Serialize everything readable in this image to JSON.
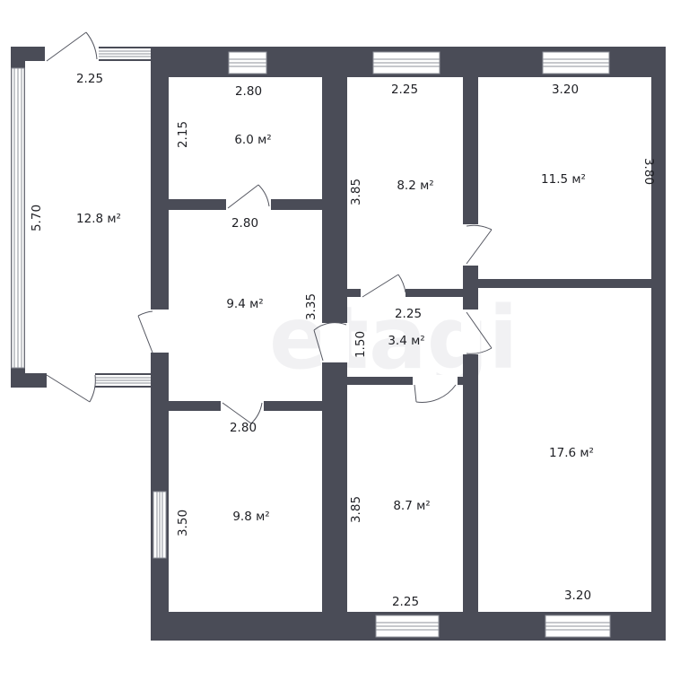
{
  "plan": {
    "watermark": "etagi",
    "rooms": [
      {
        "id": "veranda",
        "area": "12.8 м²",
        "width": "2.25",
        "height": "5.70"
      },
      {
        "id": "room-top-small",
        "area": "6.0 м²",
        "width": "2.80",
        "height": "2.15"
      },
      {
        "id": "hall",
        "area": "9.4 м²",
        "width": "2.80",
        "height": "3.35"
      },
      {
        "id": "room-bottom-left",
        "area": "9.8 м²",
        "width": "2.80",
        "height": "3.50"
      },
      {
        "id": "room-top-middle",
        "area": "8.2 м²",
        "width": "2.25",
        "height": "3.85"
      },
      {
        "id": "corridor",
        "area": "3.4 м²",
        "width": "2.25",
        "height": "1.50"
      },
      {
        "id": "room-bottom-middle",
        "area": "8.7 м²",
        "width": "2.25",
        "height": "3.85"
      },
      {
        "id": "room-top-right",
        "area": "11.5 м²",
        "width": "3.20",
        "height": "3.80"
      },
      {
        "id": "room-bottom-right",
        "area": "17.6 м²",
        "width": "3.20"
      }
    ]
  }
}
